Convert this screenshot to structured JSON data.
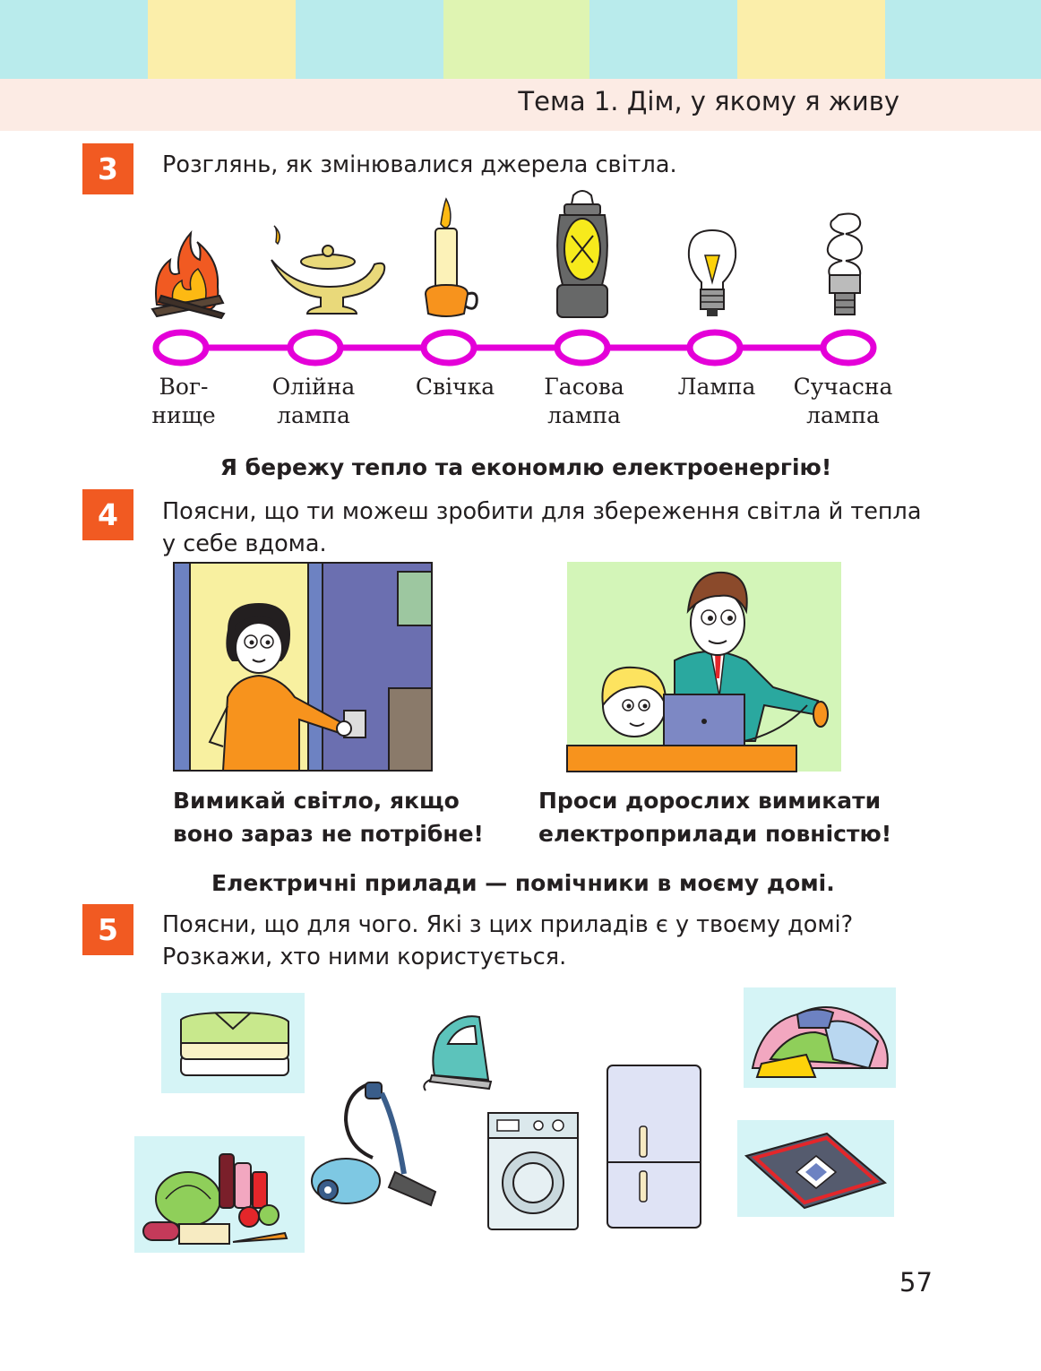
{
  "header": {
    "stripe_colors": [
      "#b9ebec",
      "#fbeeaa",
      "#b9ebec",
      "#dff4b2",
      "#b9ebec",
      "#fbeeaa",
      "#b9ebec"
    ],
    "topic": "Тема 1. Дім, у якому я живу"
  },
  "task3": {
    "number": "3",
    "text": "Розглянь, як змінювалися джерела світла.",
    "timeline_color": "#e400d8",
    "light_sources": [
      {
        "line1": "Вог-",
        "line2": "нище",
        "icon": "campfire-icon"
      },
      {
        "line1": "Олійна",
        "line2": "лампа",
        "icon": "oil-lamp-icon"
      },
      {
        "line1": "Свічка",
        "line2": "",
        "icon": "candle-icon"
      },
      {
        "line1": "Гасова",
        "line2": "лампа",
        "icon": "kerosene-lamp-icon"
      },
      {
        "line1": "Лампа",
        "line2": "",
        "icon": "light-bulb-icon"
      },
      {
        "line1": "Сучасна",
        "line2": "лампа",
        "icon": "cfl-bulb-icon"
      }
    ]
  },
  "heading1": "Я бережу тепло та економлю електроенергію!",
  "task4": {
    "number": "4",
    "line1": "Поясни, що ти можеш зробити для збереження світла й тепла",
    "line2": "у себе вдома.",
    "captions": [
      {
        "line1": "Вимикай світло, якщо",
        "line2": "воно зараз не потрібне!",
        "icon": "girl-switching-light-illustration"
      },
      {
        "line1": "Проси дорослих вимикати",
        "line2": "електроприлади повністю!",
        "icon": "unplugging-laptop-illustration"
      }
    ]
  },
  "heading2": "Електричні прилади — помічники в моєму домі.",
  "task5": {
    "number": "5",
    "line1": "Поясни, що для чого. Які з цих приладів є у твоєму домі?",
    "line2": "Розкажи, хто ними користується.",
    "items": [
      "folded-clothes-icon",
      "groceries-icon",
      "vacuum-cleaner-icon",
      "iron-icon",
      "washing-machine-icon",
      "refrigerator-icon",
      "laundry-pile-icon",
      "rug-icon"
    ]
  },
  "page_number": "57"
}
